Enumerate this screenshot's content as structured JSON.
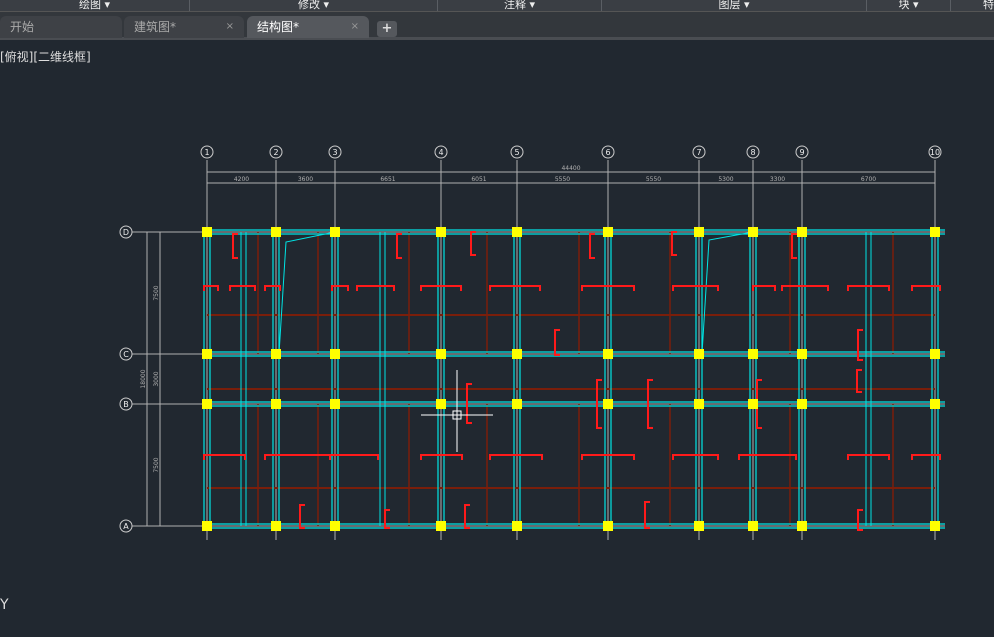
{
  "menubar": {
    "items": [
      "绘图 ▾",
      "修改 ▾",
      "注释 ▾",
      "图层 ▾",
      "块 ▾",
      "特"
    ]
  },
  "tabs": [
    {
      "label": "开始"
    },
    {
      "label": "建筑图*",
      "close": "×"
    },
    {
      "label": "结构图*",
      "close": "×",
      "active": true
    }
  ],
  "add_tab": "+",
  "view_label": "[俯视][二维线框]",
  "ucs_label": "Y",
  "drawing": {
    "column_axes": [
      "1",
      "2",
      "3",
      "4",
      "5",
      "6",
      "7",
      "8",
      "9",
      "10"
    ],
    "row_axes": [
      "D",
      "C",
      "B",
      "A"
    ],
    "overall_dim_x": "44400",
    "dims_x": [
      "4200",
      "3600",
      "6651",
      "6051",
      "5550",
      "5550",
      "5300",
      "3300",
      "6700"
    ],
    "overall_dim_y": "18000",
    "dims_y": [
      "7500",
      "3000",
      "7500"
    ],
    "colors": {
      "column": "#ffff00",
      "beam": "#00e5e5",
      "secondary": "#7a1e0a",
      "rebar": "#ff1a1a",
      "dim": "#b0b0b0"
    }
  }
}
